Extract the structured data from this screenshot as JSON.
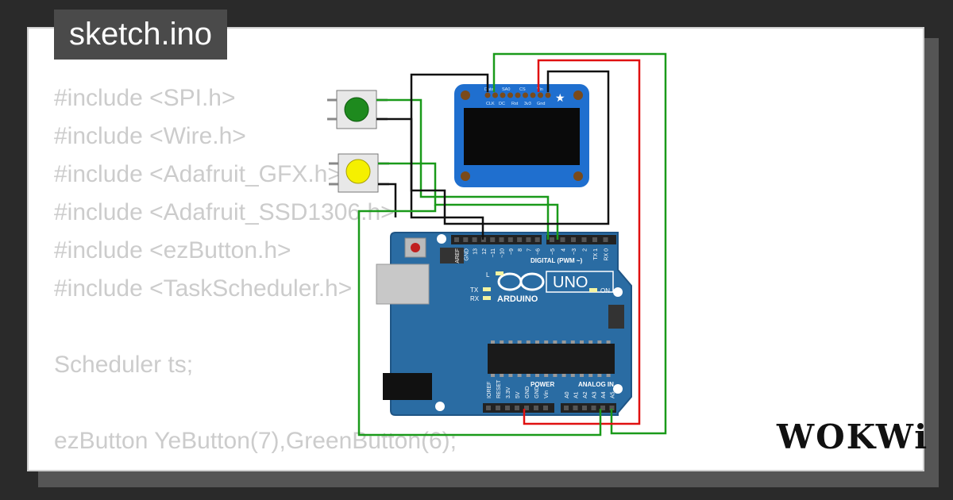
{
  "title": "sketch.ino",
  "code_lines": [
    "#include <SPI.h>",
    "#include <Wire.h>",
    "#include <Adafruit_GFX.h>",
    "#include <Adafruit_SSD1306.h>",
    "#include <ezButton.h>",
    "#include <TaskScheduler.h>",
    "",
    "Scheduler ts;",
    "",
    "ezButton YeButton(7),GreenButton(6);"
  ],
  "board": {
    "model": "UNO",
    "brand": "ARDUINO",
    "digital_label": "DIGITAL (PWM ~)",
    "power_label": "POWER",
    "analog_label": "ANALOG IN",
    "on_label": "ON",
    "l_label": "L",
    "tx_label": "TX",
    "rx_label": "RX",
    "digital_pins": [
      "AREF",
      "GND",
      "13",
      "12",
      "~11",
      "~10",
      "~9",
      "8",
      "7",
      "~6",
      "~5",
      "4",
      "~3",
      "2",
      "TX 1",
      "RX 0"
    ],
    "power_pins": [
      "IOREF",
      "RESET",
      "3.3V",
      "5V",
      "GND",
      "GND",
      "Vin"
    ],
    "analog_pins": [
      "A0",
      "A1",
      "A2",
      "A3",
      "A4",
      "A5"
    ]
  },
  "oled": {
    "pin_labels_top": [
      "Data",
      "SA0",
      "CS",
      "Vin"
    ],
    "pin_labels_bottom": [
      "CLK",
      "DC",
      "Rst",
      "3v3",
      "Gnd"
    ]
  },
  "buttons": [
    {
      "color": "#1e8a1e",
      "name": "green"
    },
    {
      "color": "#f5f000",
      "name": "yellow"
    }
  ],
  "logo": "WOKWi",
  "colors": {
    "board": "#2a6ca3",
    "oled": "#1f6fcf",
    "wire_green": "#1a9a1a",
    "wire_red": "#e01010",
    "wire_black": "#111111"
  }
}
